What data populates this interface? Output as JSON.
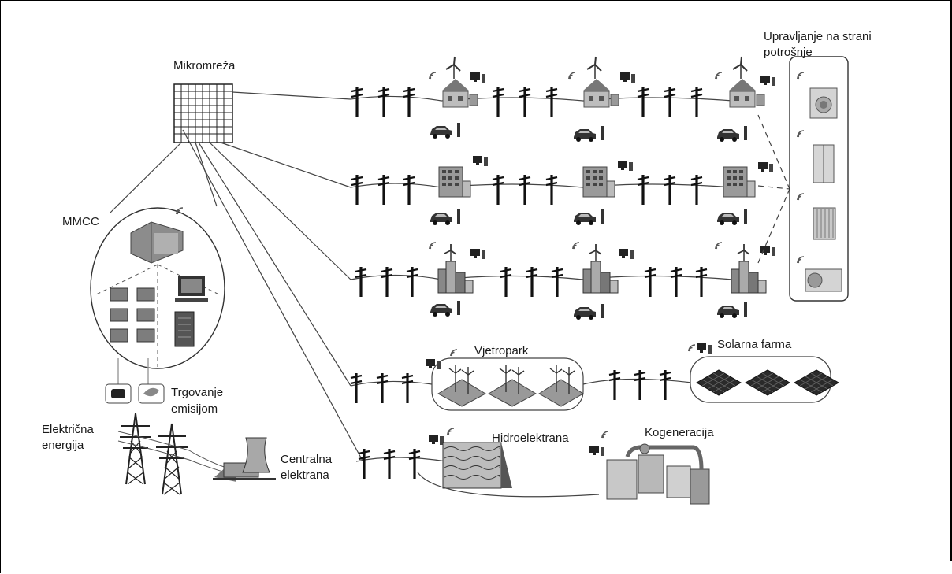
{
  "labels": {
    "microgrid": "Mikromreža",
    "mmcc": "MMCC",
    "demand_side_line1": "Upravljanje na strani",
    "demand_side_line2": "potrošnje",
    "wind_park": "Vjetropark",
    "solar_farm": "Solarna farma",
    "emissions_line1": "Trgovanje",
    "emissions_line2": "emisijom",
    "electricity_line1": "Električna",
    "electricity_line2": "energija",
    "central_plant_line1": "Centralna",
    "central_plant_line2": "elektrana",
    "hydro": "Hidroelektrana",
    "cogeneration": "Kogeneracija"
  },
  "icons": [
    "wifi-icon",
    "wind-turbine-icon",
    "house-icon",
    "car-icon",
    "factory-icon",
    "office-building-icon",
    "computer-icon",
    "server-icon",
    "battery-bank-icon",
    "washing-machine-icon",
    "fridge-icon",
    "radiator-icon",
    "air-conditioner-icon",
    "transmission-tower-icon",
    "cooling-tower-icon",
    "dam-icon",
    "solar-panel-icon",
    "utility-pole-icon"
  ],
  "colors": {
    "line": "#333333",
    "frame": "#000000",
    "building": "#8a8a8a",
    "panel": "#2b2b2b"
  }
}
